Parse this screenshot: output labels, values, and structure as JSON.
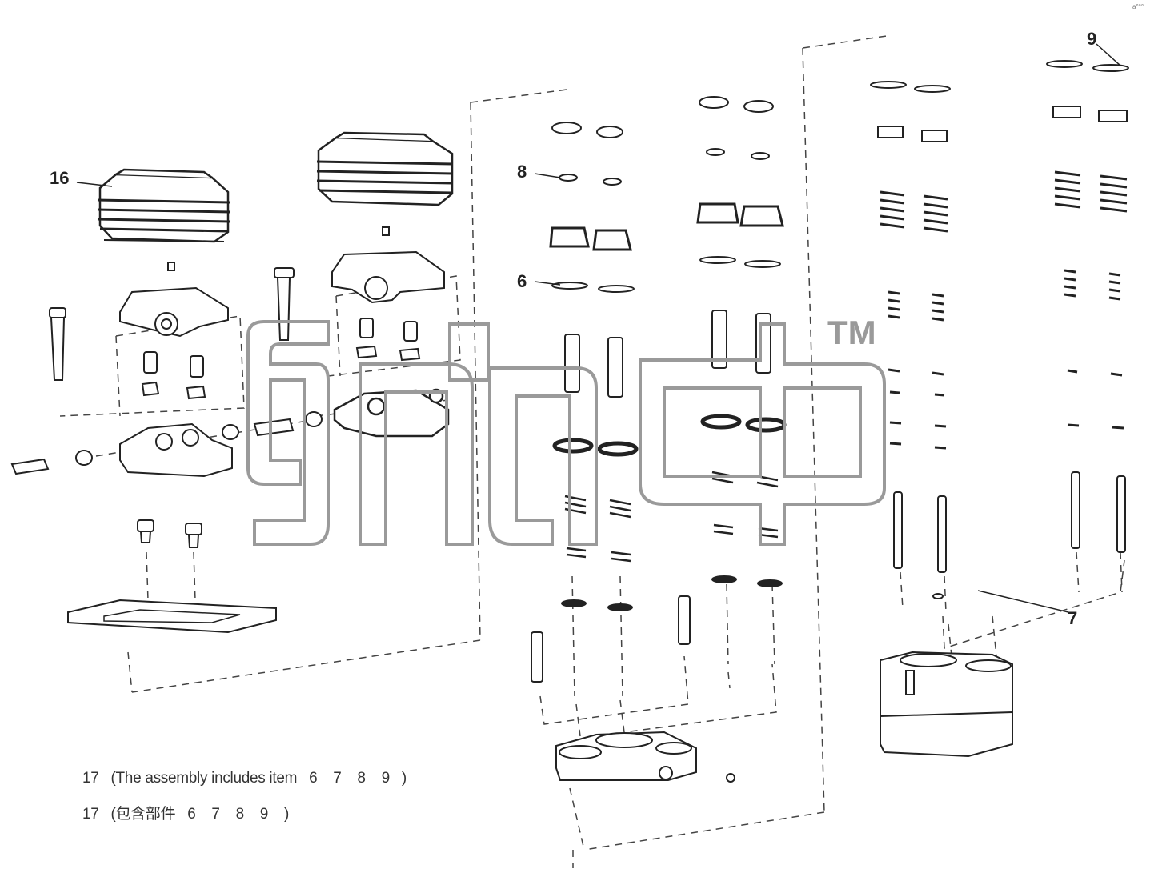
{
  "diagram": {
    "callouts": {
      "c16": "16",
      "c8": "8",
      "c6": "6",
      "c9": "9",
      "c7": "7"
    },
    "notes": {
      "line1": "17   (The assembly includes item   6    7    8    9   )",
      "line2": "17   (包含部件   6    7    8    9    )"
    },
    "watermark": {
      "text": "sitcp",
      "tm": "TM",
      "color": "#9a9a9a"
    },
    "corner_mark": "a°°°"
  }
}
